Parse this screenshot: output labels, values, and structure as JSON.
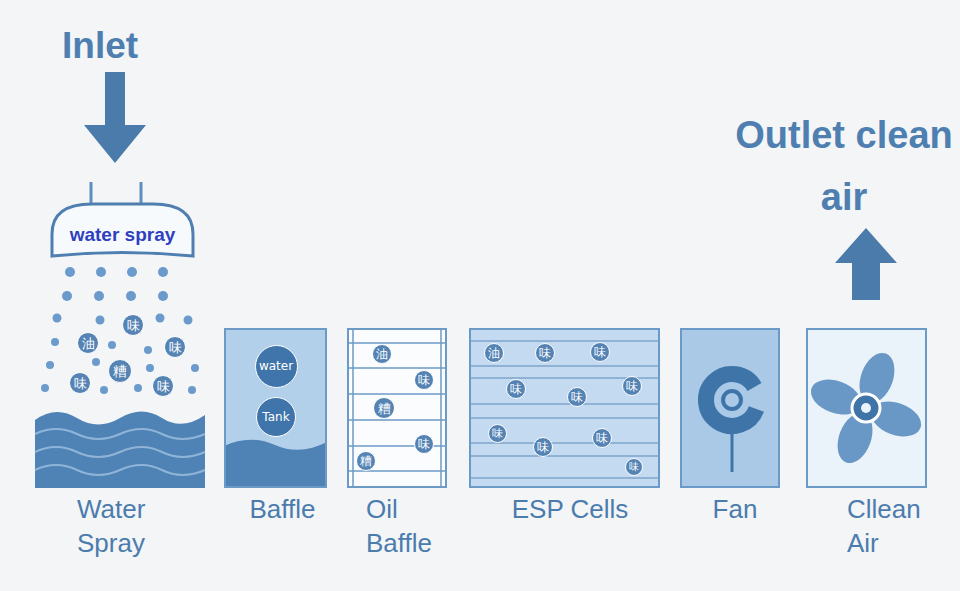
{
  "diagram": {
    "nodes": [
      {
        "text": [
          "water spray"
        ]
      },
      {
        "text": [
          "味"
        ]
      },
      {
        "text": [
          "油"
        ]
      },
      {
        "text": [
          "味"
        ]
      },
      {
        "text": [
          "糟"
        ]
      },
      {
        "text": [
          "味"
        ]
      },
      {
        "text": [
          "味"
        ]
      },
      {
        "text": [
          "Water Spray"
        ]
      },
      {
        "text": [
          "Baffle"
        ]
      },
      {
        "text": [
          "water"
        ],
        "in": 8
      },
      {
        "text": [
          "Tank"
        ],
        "in": 8
      },
      {
        "text": [
          "Oil Baffle"
        ]
      },
      {
        "text": [
          "油"
        ],
        "in": 11
      },
      {
        "text": [
          "味"
        ],
        "in": 11
      },
      {
        "text": [
          "糟"
        ],
        "in": 11
      },
      {
        "text": [
          "味"
        ],
        "in": 11
      },
      {
        "text": [
          "糟"
        ],
        "in": 11
      },
      {
        "text": [
          "ESP Cells"
        ]
      },
      {
        "text": [
          "油"
        ],
        "in": 17
      },
      {
        "text": [
          "味"
        ],
        "in": 17
      },
      {
        "text": [
          "味"
        ],
        "in": 17
      },
      {
        "text": [
          "味"
        ],
        "in": 17
      },
      {
        "text": [
          "味"
        ],
        "in": 17
      },
      {
        "text": [
          "味"
        ],
        "in": 17
      },
      {
        "text": [
          "味"
        ],
        "in": 17
      },
      {
        "text": [
          "味"
        ],
        "in": 17
      },
      {
        "text": [
          "味"
        ],
        "in": 17
      },
      {
        "text": [
          "味"
        ],
        "in": 17
      },
      {
        "text": [
          "Fan"
        ]
      },
      {
        "text": [
          "Cllean Air"
        ]
      }
    ],
    "labels": [
      "Inlet",
      "Outlet clean air"
    ]
  }
}
